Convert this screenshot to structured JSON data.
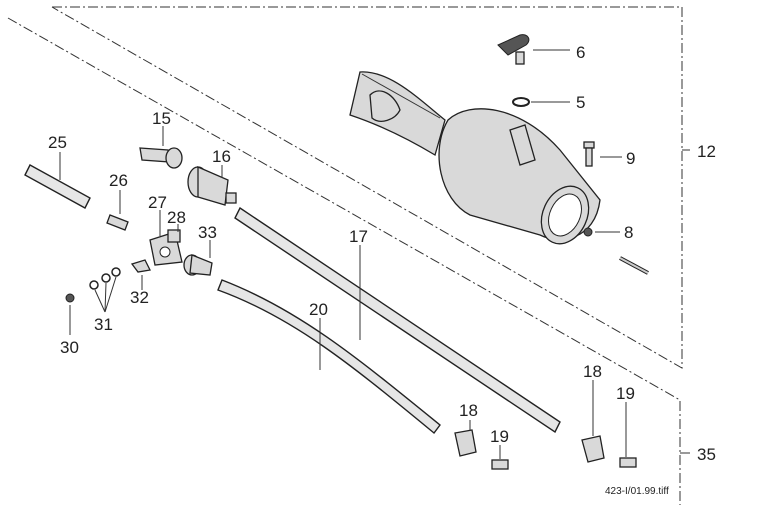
{
  "figure": {
    "file_name": "423-I/01.99.tiff"
  },
  "callouts": {
    "c5": "5",
    "c6": "6",
    "c8": "8",
    "c9": "9",
    "c12": "12",
    "c15": "15",
    "c16": "16",
    "c17": "17",
    "c18a": "18",
    "c18b": "18",
    "c19a": "19",
    "c19b": "19",
    "c20": "20",
    "c25": "25",
    "c26": "26",
    "c27": "27",
    "c28": "28",
    "c30": "30",
    "c31": "31",
    "c32": "32",
    "c33": "33",
    "c35": "35"
  }
}
